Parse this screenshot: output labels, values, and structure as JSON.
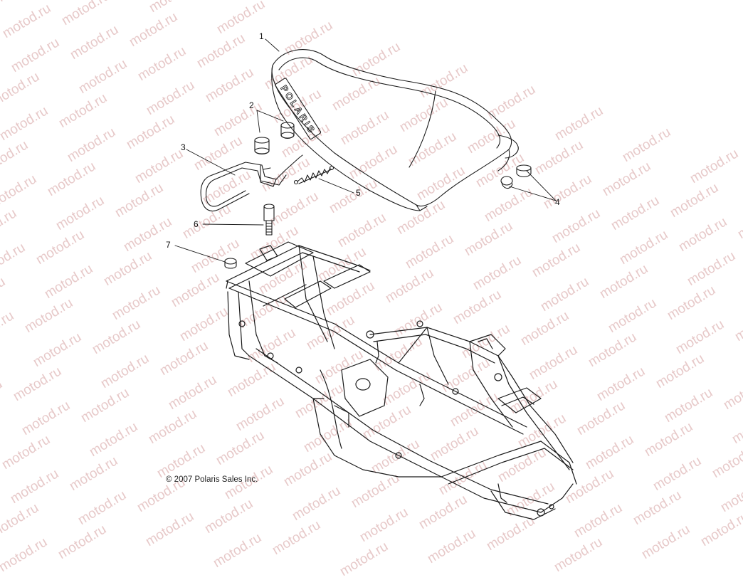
{
  "watermark": "motod.ru",
  "copyright": "© 2007 Polaris Sales Inc.",
  "seat_brand": "POLARIS",
  "callouts": [
    {
      "id": "1",
      "label": "1",
      "part": "seat"
    },
    {
      "id": "2",
      "label": "2",
      "part": "bumper-pair"
    },
    {
      "id": "3",
      "label": "3",
      "part": "seat-latch-bracket"
    },
    {
      "id": "4",
      "label": "4",
      "part": "rear-bumper-pair"
    },
    {
      "id": "5",
      "label": "5",
      "part": "spring"
    },
    {
      "id": "6",
      "label": "6",
      "part": "latch-post"
    },
    {
      "id": "7",
      "label": "7",
      "part": "nut"
    }
  ],
  "colors": {
    "line": "#1a1a1a",
    "watermark": "#e7c9c9",
    "background": "#ffffff"
  }
}
